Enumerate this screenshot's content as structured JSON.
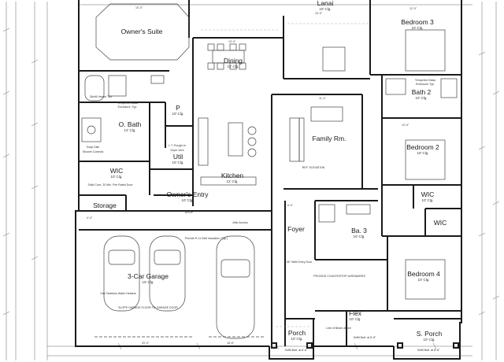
{
  "rooms": {
    "lanai": {
      "name": "Lanai",
      "ceiling": "10' Clg."
    },
    "bedroom3": {
      "name": "Bedroom 3",
      "ceiling": "10' Clg."
    },
    "owners_suite": {
      "name": "Owner's Suite",
      "ceiling": ""
    },
    "dining": {
      "name": "Dining",
      "ceiling": "12' Clg."
    },
    "bath2": {
      "name": "Bath 2",
      "ceiling": "10' Clg."
    },
    "pantry": {
      "name": "P",
      "ceiling": "10' Clg."
    },
    "o_bath": {
      "name": "O. Bath",
      "ceiling": "12' Clg."
    },
    "family": {
      "name": "Family Rm.",
      "ceiling": ""
    },
    "bedroom2": {
      "name": "Bedroom 2",
      "ceiling": "10' Clg."
    },
    "utility": {
      "name": "Util",
      "ceiling": "10' Clg."
    },
    "wic_owner": {
      "name": "WIC",
      "ceiling": "10' Clg."
    },
    "kitchen": {
      "name": "Kitchen",
      "ceiling": "12' Clg."
    },
    "owners_entry": {
      "name": "Owner's Entry",
      "ceiling": "10' Clg."
    },
    "storage": {
      "name": "Storage",
      "ceiling": ""
    },
    "wic_b2": {
      "name": "WIC",
      "ceiling": "10' Clg."
    },
    "wic_b4": {
      "name": "WIC",
      "ceiling": ""
    },
    "foyer": {
      "name": "Foyer",
      "ceiling": ""
    },
    "ba3": {
      "name": "Ba. 3",
      "ceiling": "10' Clg."
    },
    "garage": {
      "name": "3-Car Garage",
      "ceiling": "10' Clg."
    },
    "bedroom4": {
      "name": "Bedroom 4",
      "ceiling": "10' Clg."
    },
    "flex": {
      "name": "Flex",
      "ceiling": "10' Clg."
    },
    "porch": {
      "name": "Porch",
      "ceiling": "10' Clg."
    },
    "s_porch": {
      "name": "S. Porch",
      "ceiling": "10' Clg."
    }
  },
  "notes": {
    "tempered_glass": "Tempered Glass",
    "enclosure": "Enclosure, Typ.",
    "tempered_glass_b2": "Tempered Glass",
    "enclosure_b2": "Enclosure Typ.",
    "vessel_tub": "36x66 Vessel Tub",
    "soap_dish": "Soap Dish",
    "shower_controls": "Shower Controls",
    "solid_core": "Solid Core, 20 Min. Fire Rated Door",
    "rough_in": "L.T. Rough-In",
    "dryer_vent": "Dryer Vent",
    "ref_elevation": "REF. ELEVATION",
    "drop": "DROP",
    "attic_access": "Attic Access",
    "garage_slope": "SLOPE GARAGE FLOOR TO GARAGE DOOR",
    "gas_heaters": "Gas Tankless Water Heaters",
    "batt_insulation": "Provide R-11 Batt Insulation (Typ.)",
    "entry_door": "36\" Wide Entry Door",
    "countertop": "PROVIDE COUNTERTOP W/DRAWERS",
    "soffit_1": "Soffit Bott. at 8'-8\"",
    "soffit_2": "Soffit Bott. at 8'-8\"",
    "soffit_3": "Soffit Bott. at 8'-8\"",
    "beam_line": "Line of Beam above",
    "dims": [
      "10'-0\"",
      "15'-0\"",
      "12'-0\"",
      "13'-0\"",
      "11'-4\"",
      "10'-6\"",
      "20'-0\"",
      "18'-6\"",
      "6'-0\"",
      "4'-4\""
    ]
  },
  "colors": {
    "wall": "#1a1a1a",
    "line": "#444444",
    "paper": "#ffffff"
  }
}
